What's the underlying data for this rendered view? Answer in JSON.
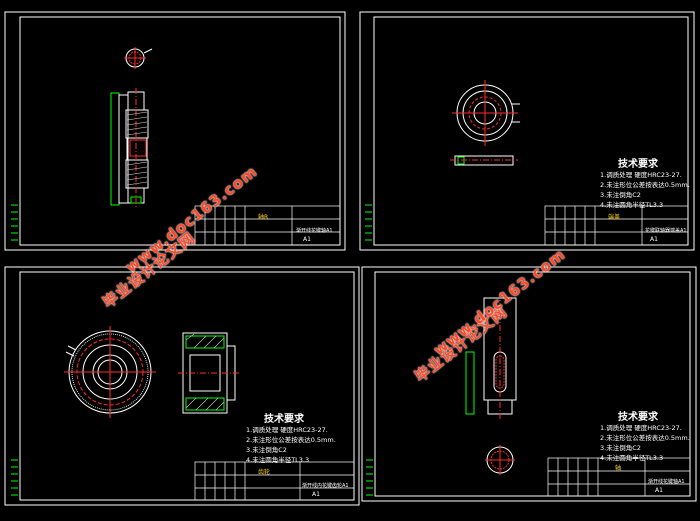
{
  "sheets": [
    {
      "id": "sheet-1",
      "requirements": null,
      "title_block": {
        "part_label": "轴R",
        "part_name": "渐开线花键轴A1",
        "size": "A1"
      }
    },
    {
      "id": "sheet-2",
      "requirements": {
        "title": "技术要求",
        "lines": [
          "1.调质处理 硬度HRC23-27.",
          "2.未注形位公差按表达0.5mm.",
          "3.未注倒角C2",
          "4.未注圆角半径TL3.3"
        ]
      },
      "title_block": {
        "part_label": "端盖",
        "part_name": "花键联轴器端盖A1",
        "size": "A1"
      }
    },
    {
      "id": "sheet-3",
      "requirements": {
        "title": "技术要求",
        "lines": [
          "1.调质处理 硬度HRC23-27.",
          "2.未注形位公差按表达0.5mm.",
          "3.未注倒角C2",
          "4.未注圆角半径TL3.3"
        ]
      },
      "title_block": {
        "part_label": "齿轮",
        "part_name": "渐开线内花键齿轮A1",
        "size": "A1"
      }
    },
    {
      "id": "sheet-4",
      "requirements": {
        "title": "技术要求",
        "lines": [
          "1.调质处理 硬度HRC23-27.",
          "2.未注形位公差按表达0.5mm.",
          "3.未注倒角C2",
          "4.未注圆角半径TL3.3"
        ]
      },
      "title_block": {
        "part_label": "轴",
        "part_name": "渐开线花键轴A1",
        "size": "A1"
      }
    }
  ],
  "watermarks": [
    {
      "text": "毕业设计论文网"
    },
    {
      "text": "www.doc163.com"
    },
    {
      "text": "毕业设计论文网"
    },
    {
      "text": "www.doc163.com"
    }
  ],
  "colors": {
    "background": "#000000",
    "frame": "#ffffff",
    "edge": "#00ff00",
    "center": "#ff2a2a",
    "hatch": "#ffffff",
    "watermark": "#ff4a2a"
  }
}
